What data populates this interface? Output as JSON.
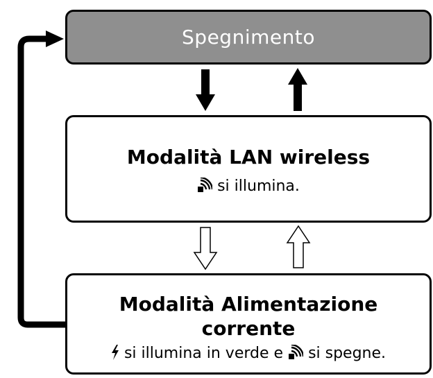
{
  "boxes": {
    "off": {
      "label": "Spegnimento",
      "fill": "#8f8f8f",
      "text_color": "#ffffff"
    },
    "lan": {
      "title": "Modalità LAN wireless",
      "subtitle_icon": "wifi-icon",
      "subtitle_text": "si illumina."
    },
    "power": {
      "title_line1": "Modalità Alimentazione",
      "title_line2": "corrente",
      "subtitle_icon1": "lightning-icon",
      "subtitle_text1": "si illumina in verde e",
      "subtitle_icon2": "wifi-icon",
      "subtitle_text2": "si spegne."
    }
  }
}
